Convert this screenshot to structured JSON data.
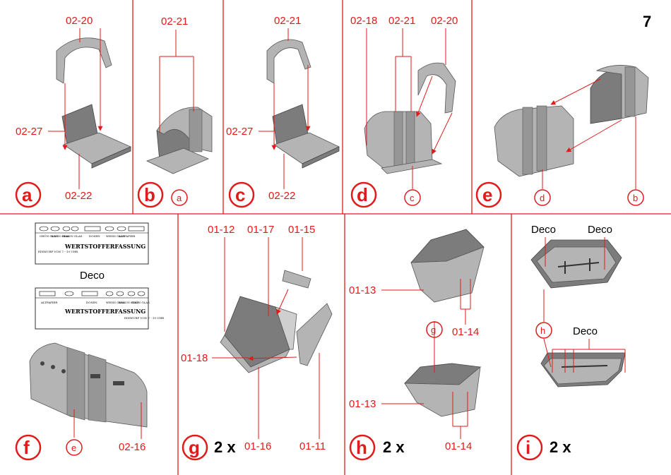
{
  "page_number": "7",
  "steps": {
    "a": {
      "letter": "a",
      "labels": [
        "02-20",
        "02-27",
        "02-22"
      ]
    },
    "b": {
      "letter": "b",
      "labels": [
        "02-21"
      ],
      "ref": "a"
    },
    "c": {
      "letter": "c",
      "labels": [
        "02-21",
        "02-27",
        "02-22"
      ]
    },
    "d": {
      "letter": "d",
      "labels": [
        "02-18",
        "02-21",
        "02-20"
      ],
      "ref": "c"
    },
    "e": {
      "letter": "e",
      "refs": [
        "d",
        "b"
      ]
    },
    "f": {
      "letter": "f",
      "labels": [
        "02-16"
      ],
      "ref": "e",
      "deco": "Deco",
      "deco_sheet": {
        "title": "WERTSTOFFERFASSUNG",
        "top_cells": [
          "GRÜN GLAS",
          "WEISS GLAS",
          "BRAUN GLAS",
          "DOSEN",
          "WEISS GLAS",
          "ALTPAPIER"
        ],
        "bottom_cells": [
          "ALTPAPIER",
          "DOSEN",
          "WEISS GLAS",
          "BRAUN GLAS",
          "GRÜN GLAS"
        ],
        "note": "EINWURF VON 7 - 19 UHR"
      }
    },
    "g": {
      "letter": "g",
      "multiplier": "2 x",
      "labels": [
        "01-12",
        "01-17",
        "01-15",
        "01-18",
        "01-16",
        "01-11"
      ]
    },
    "h": {
      "letter": "h",
      "multiplier": "2 x",
      "labels": [
        "01-13",
        "01-14",
        "01-13",
        "01-14"
      ],
      "ref": "g"
    },
    "i": {
      "letter": "i",
      "multiplier": "2 x",
      "deco_labels": [
        "Deco",
        "Deco",
        "Deco"
      ],
      "ref": "h"
    }
  },
  "colors": {
    "accent": "#e11a1a",
    "part_gray": "#b4b4b4",
    "part_dark": "#7c7c7c"
  }
}
